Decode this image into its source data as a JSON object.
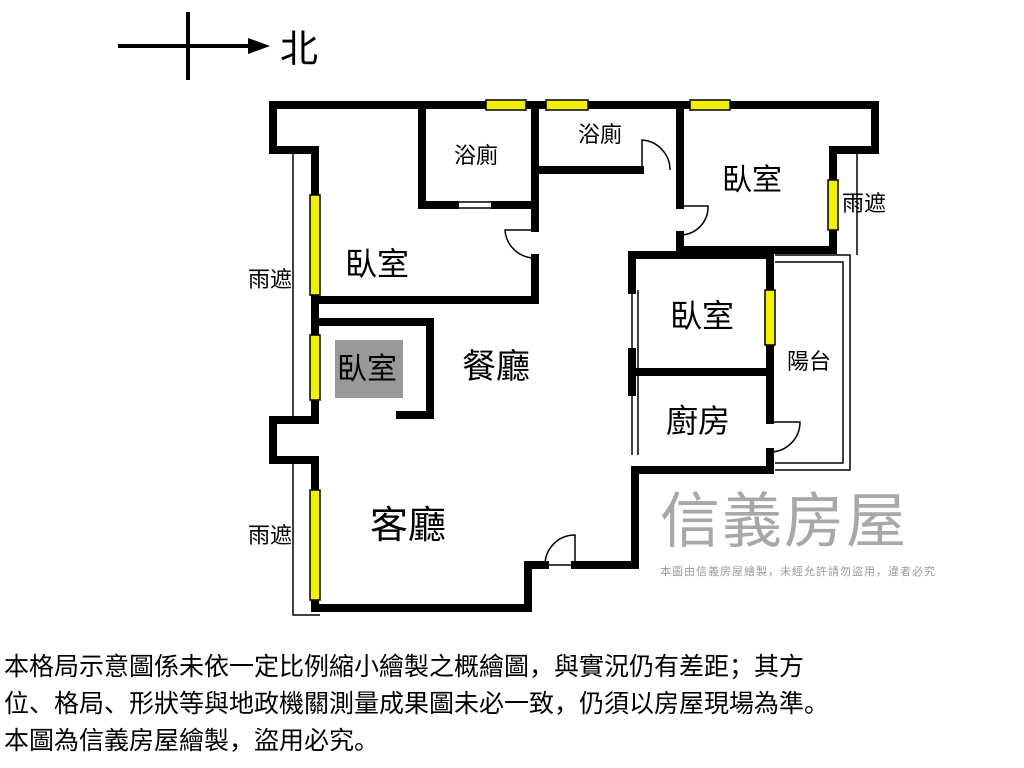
{
  "compass": {
    "label": "北"
  },
  "rooms": {
    "bath1": "浴廁",
    "bath2": "浴廁",
    "bedroom_ne": "臥室",
    "bedroom_w": "臥室",
    "bedroom_small": "臥室",
    "bedroom_mid": "臥室",
    "dining": "餐廳",
    "kitchen": "廚房",
    "balcony": "陽台",
    "living": "客廳",
    "canopy_left_top": "雨遮",
    "canopy_left_bottom": "雨遮",
    "canopy_right": "雨遮"
  },
  "watermark": {
    "brand": "信義房屋",
    "notice": "本圖由信義房屋繪製，未經允許請勿盜用，違者必究"
  },
  "note": [
    "本格局示意圖係未依一定比例縮小繪製之概繪圖，與實況仍有差距；其方",
    "位、格局、形狀等與地政機關測量成果圖未必一致，仍須以房屋現場為準。",
    "本圖為信義房屋繪製，盜用必究。"
  ],
  "colors": {
    "wall": "#000000",
    "window": "#f2f200",
    "watermark": "#9a9a9a"
  }
}
